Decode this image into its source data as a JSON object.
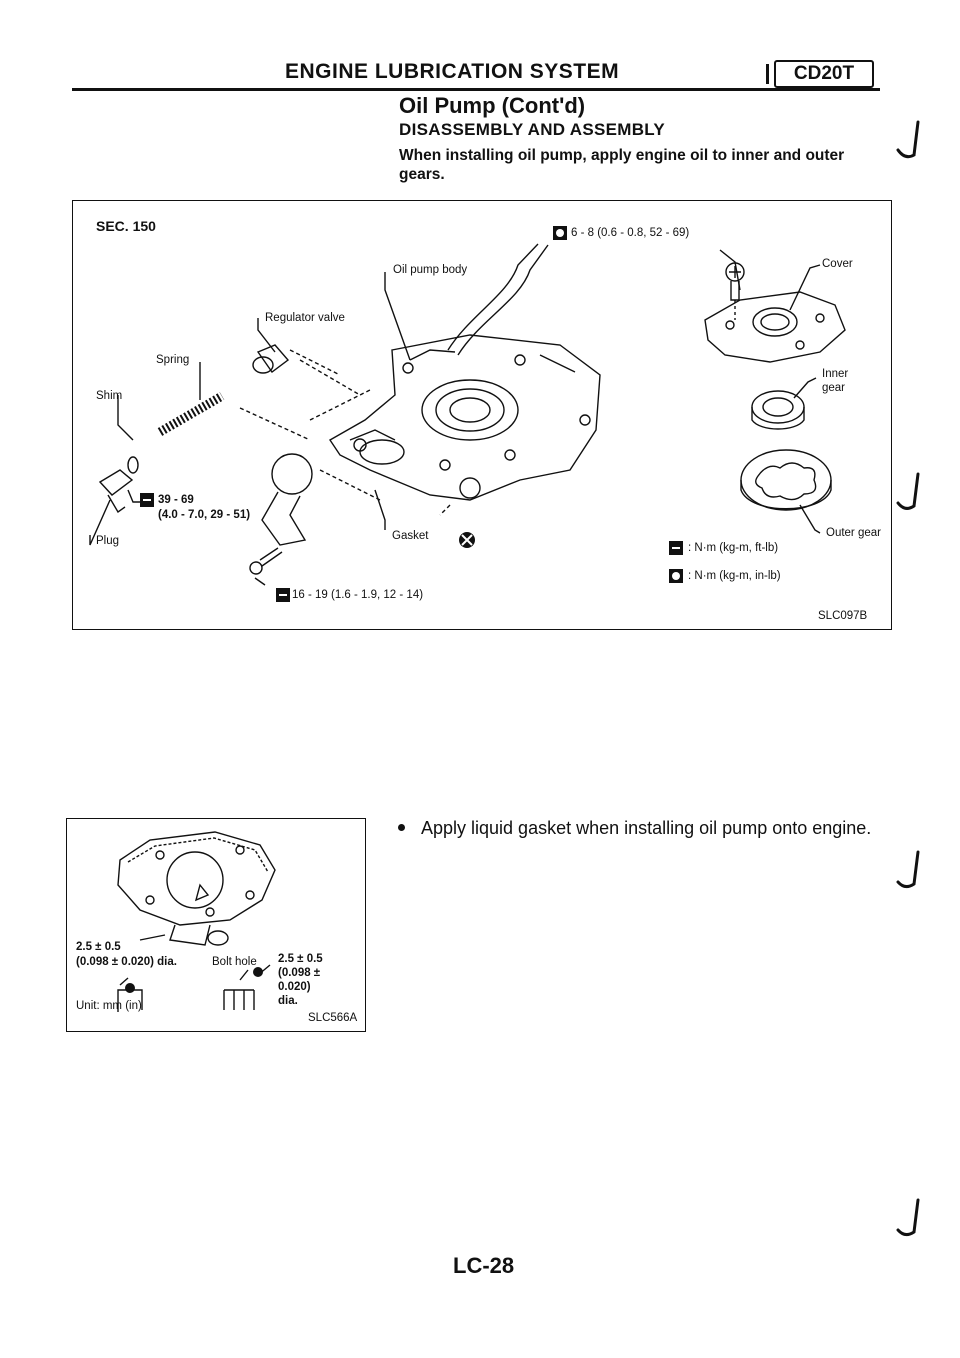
{
  "header": {
    "title": "ENGINE LUBRICATION SYSTEM",
    "code": "CD20T"
  },
  "section": {
    "title": "Oil Pump (Cont'd)",
    "subtitle": "DISASSEMBLY AND ASSEMBLY",
    "instruction": "When installing oil pump, apply engine oil to inner and outer gears."
  },
  "figure1": {
    "sec": "SEC. 150",
    "torque_top": "6 - 8 (0.6 - 0.8, 52 - 69)",
    "labels": {
      "oil_pump_body": "Oil pump body",
      "cover": "Cover",
      "regulator_valve": "Regulator valve",
      "spring": "Spring",
      "inner_gear_1": "Inner",
      "inner_gear_2": "gear",
      "shim": "Shim",
      "torque_plug_1": "39 - 69",
      "torque_plug_2": "(4.0 - 7.0, 29 - 51)",
      "plug": "Plug",
      "gasket": "Gasket",
      "outer_gear": "Outer gear",
      "torque_bottom": "16 - 19 (1.6 - 1.9, 12 - 14)"
    },
    "legend": [
      {
        "unit": ": N·m (kg-m, ft-lb)"
      },
      {
        "unit": ": N·m (kg-m, in-lb)"
      }
    ],
    "id": "SLC097B"
  },
  "figure2": {
    "dim_left_1": "2.5 ± 0.5",
    "dim_left_2": "(0.098 ± 0.020) dia.",
    "bolt_hole": "Bolt hole",
    "dim_right_1": "2.5 ± 0.5",
    "dim_right_2": "(0.098 ±",
    "dim_right_3": "0.020)",
    "dim_right_4": "dia.",
    "unit": "Unit: mm (in)",
    "id": "SLC566A"
  },
  "note": "Apply liquid gasket when installing oil pump onto engine.",
  "page": "LC-28"
}
